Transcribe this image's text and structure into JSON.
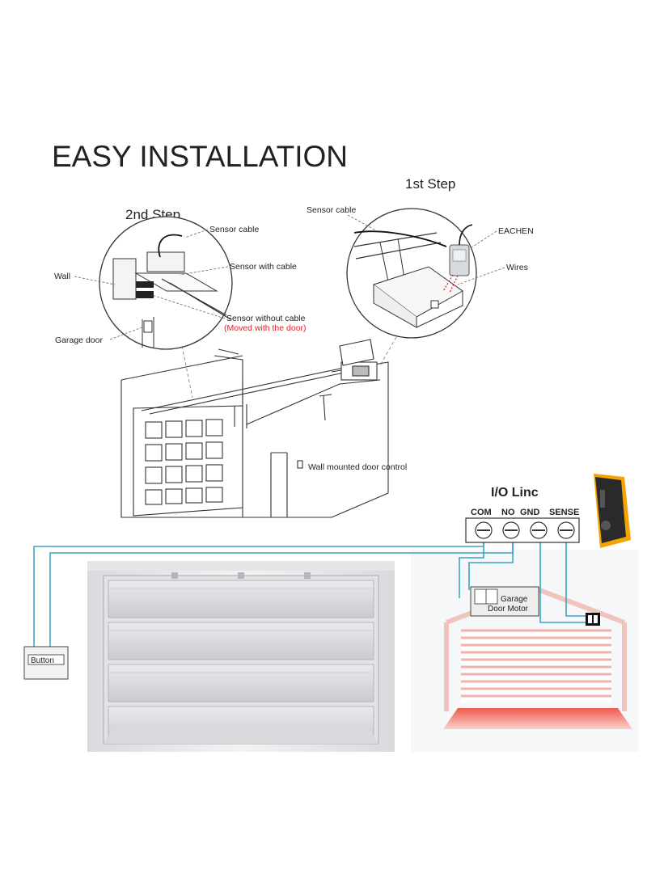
{
  "title": "EASY INSTALLATION",
  "step1": {
    "heading": "1st Step",
    "label_sensor_cable": "Sensor cable",
    "label_eachen": "EACHEN",
    "label_wires": "Wires"
  },
  "step2": {
    "heading": "2nd Step",
    "label_sensor_cable": "Sensor cable",
    "label_wall": "Wall",
    "label_sensor_with_cable": "Sensor with cable",
    "label_sensor_without_cable": "Sensor without cable",
    "label_moved_note": "(Moved with the door)",
    "label_garage_door": "Garage door"
  },
  "overview": {
    "label_wall_control": "Wall mounted door control"
  },
  "wiring": {
    "module_title": "I/O Linc",
    "terminals": [
      "COM",
      "NO",
      "GND",
      "SENSE"
    ],
    "button_label": "Button",
    "motor_label_line1": "Garage",
    "motor_label_line2": "Door Motor"
  },
  "colors": {
    "wire": "#3aa6c4",
    "accent_red": "#e0202a",
    "sensor_orange": "#f5a300",
    "beam_red": "#f2b0a8"
  }
}
